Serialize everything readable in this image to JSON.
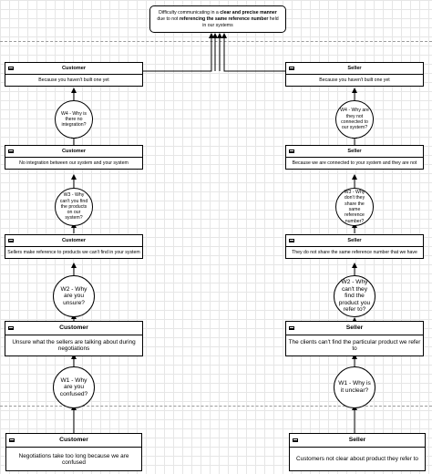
{
  "root": {
    "text_before": "Difficulty communicating in a ",
    "bold1": "clear and precise manner",
    "text_middle": " due to not ",
    "bold2": "referencing the same reference number",
    "text_after": " held in our systems"
  },
  "customer": {
    "cards": [
      {
        "title": "Customer",
        "text": "Because you haven't built one yet"
      },
      {
        "title": "Customer",
        "text": "No integration between our system and your system"
      },
      {
        "title": "Customer",
        "text": "Sellers make reference to products we can't find in your system"
      },
      {
        "title": "Customer",
        "text": "Unsure what the sellers are talking about during negotiations"
      },
      {
        "title": "Customer",
        "text": "Negotiations take too long because we are confused"
      }
    ],
    "whys": [
      "W4 - Why is there no integration?",
      "W3 - Why can't you find the products on our system?",
      "W2 - Why are you unsure?",
      "W1 - Why are you confused?"
    ]
  },
  "seller": {
    "cards": [
      {
        "title": "Seller",
        "text": "Because you haven't built one yet"
      },
      {
        "title": "Seller",
        "text": "Because we are connected to your system and they are not"
      },
      {
        "title": "Seller",
        "text": "They do not share the same reference number that we have"
      },
      {
        "title": "Seller",
        "text": "The clients can't find the particular product we refer to"
      },
      {
        "title": "Seller",
        "text": "Customers not clear about product they refer to"
      }
    ],
    "whys": [
      "W4 - Why are they not connected to our system?",
      "W3 - Why don't they share the same reference number?",
      "W2 - Why can't they find the product you refer to?",
      "W1 - Why is it unclear?"
    ]
  }
}
